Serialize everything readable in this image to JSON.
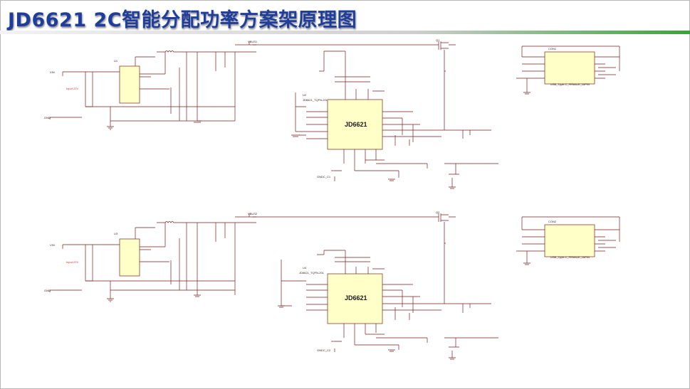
{
  "header": {
    "title": "JD6621  2C智能分配功率方案架原理图"
  },
  "colors": {
    "title": "#1e3d9c",
    "wire": "#7a1f1f",
    "body": "#ffffc8",
    "accent_bar": "#3aa43a"
  },
  "schematic": {
    "main_chip_label": "JD6621",
    "upper": {
      "vbus": "VBUS1",
      "buck_ic": "U1",
      "jd_ic": "U2",
      "jd_part": "JD6621_TQFN-20L",
      "mosfet": "Q1",
      "connector": "USB_Type-C_FEMALE_16PIN",
      "connector_ref": "CON1",
      "input_note": "Input 22V",
      "gnd_cc": "GNDC_C1",
      "vin": "VIN",
      "gnd": "GND"
    },
    "lower": {
      "vbus": "VBUS2",
      "buck_ic": "U3",
      "jd_ic": "U4",
      "jd_part": "JD6621_TQFN-20L",
      "mosfet": "Q2",
      "connector": "USB_Type-C_FEMALE_16PIN",
      "connector_ref": "CON2",
      "input_note": "Input 22V",
      "gnd_cc": "GNDC_C2",
      "vin": "VIN",
      "gnd": "GND"
    }
  }
}
